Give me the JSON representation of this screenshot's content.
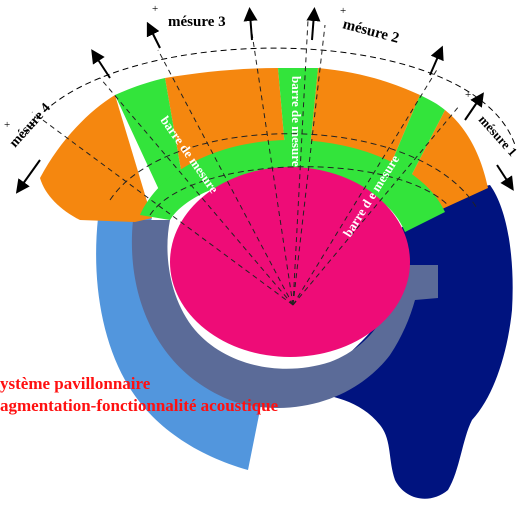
{
  "labels": {
    "mesure_1": "mésure 1",
    "mesure_2": "mésure 2",
    "mesure_3": "mésure 3",
    "mesure_4": "mésure 4",
    "barre_left": "barre de mesure",
    "barre_center": "barre de mesure",
    "barre_right": "barre d e mesure",
    "plus_sign": "+"
  },
  "caption": {
    "line1": "ystème pavillonnaire",
    "line2": "agmentation-fonctionnalité acoustique"
  },
  "colors": {
    "orange": "#f5870f",
    "green": "#33e43b",
    "magenta": "#ee0c77",
    "slate": "#5b6b98",
    "light_blue": "#5296dd",
    "navy": "#00137f",
    "caption_red": "#ff1010"
  }
}
